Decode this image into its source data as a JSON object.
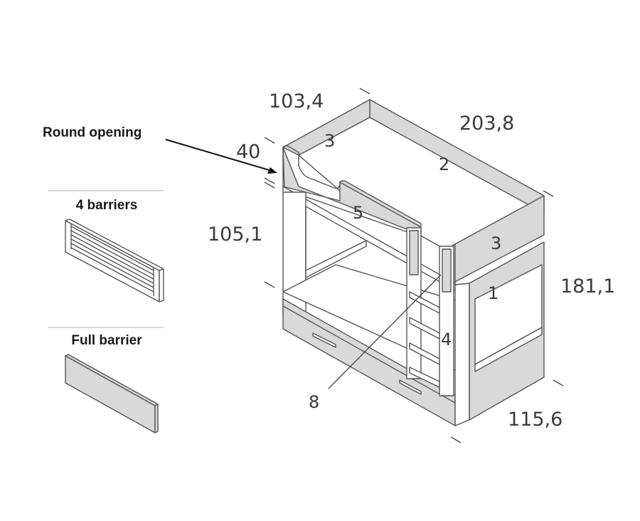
{
  "dimensions": {
    "depth": "103,4",
    "length": "203,8",
    "rail_height": "40",
    "lower_height": "105,1",
    "total_height": "181,1",
    "width_bottom": "115,6"
  },
  "part_labels": {
    "front_panel_top": "3",
    "back_panel_top": "3",
    "long_side": "2",
    "guard_rail": "5",
    "end_panel": "1",
    "ladder": "4",
    "ladder_hook": "8"
  },
  "callout": {
    "round_opening": "Round opening"
  },
  "options": {
    "four_barriers": "4 barriers",
    "full_barrier": "Full barrier"
  },
  "colors": {
    "panel": "#d9d9d9",
    "line": "#555555"
  }
}
